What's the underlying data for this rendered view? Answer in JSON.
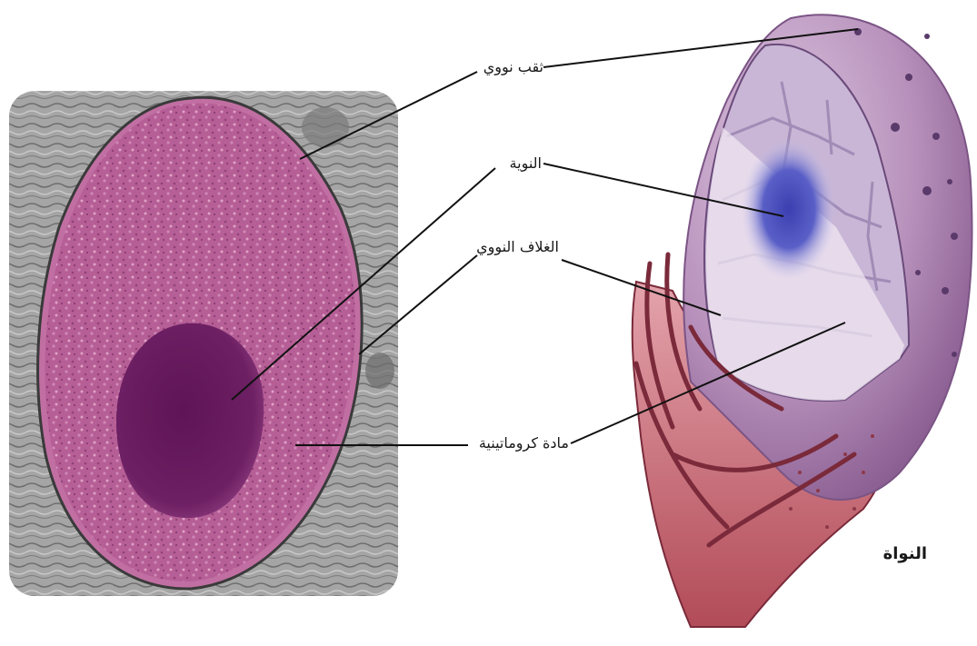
{
  "labels": {
    "nuclear_pore": "ثقب نووي",
    "nucleolus": "النوية",
    "nuclear_envelope": "الغلاف النووي",
    "chromatin": "مادة كروماتينية"
  },
  "title": "النواة",
  "colors": {
    "micrograph_nucleus": "#b45a92",
    "micrograph_nucleolus": "#5a1450",
    "micrograph_background": "#a9a9a9",
    "nucleus_sphere": "#b58ab8",
    "nucleolus_3d": "#4a4cb8",
    "endoplasmic_reticulum": "#b8505c",
    "leader_line": "#111111"
  }
}
